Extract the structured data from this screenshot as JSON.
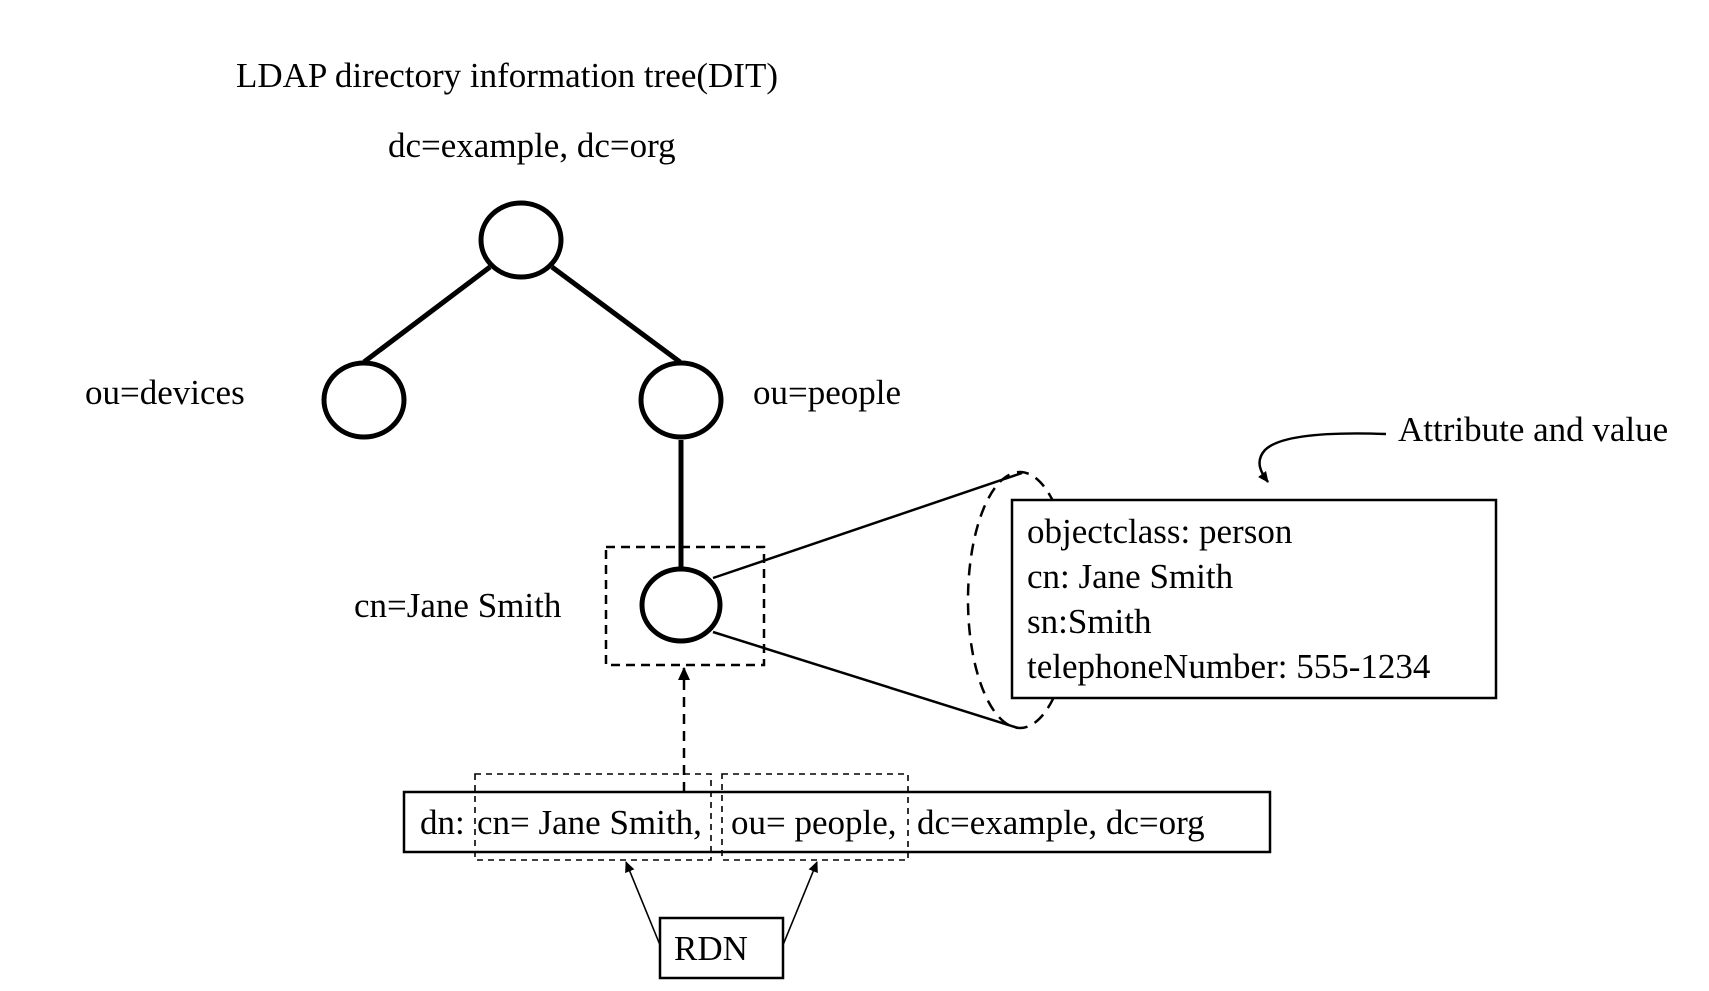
{
  "title": "LDAP directory information tree(DIT)",
  "nodes": {
    "root": {
      "label": "dc=example, dc=org"
    },
    "devices": {
      "label": "ou=devices"
    },
    "people": {
      "label": "ou=people"
    },
    "person": {
      "label": "cn=Jane Smith"
    }
  },
  "entry_attributes": {
    "callout_label": "Attribute and value",
    "lines": [
      "objectclass: person",
      "cn: Jane Smith",
      "sn:Smith",
      "telephoneNumber: 555-1234"
    ]
  },
  "dn": {
    "prefix": "dn:",
    "rdn1": "cn= Jane Smith,",
    "rdn2": "ou= people,",
    "rest": "dc=example, dc=org"
  },
  "rdn_label": "RDN"
}
